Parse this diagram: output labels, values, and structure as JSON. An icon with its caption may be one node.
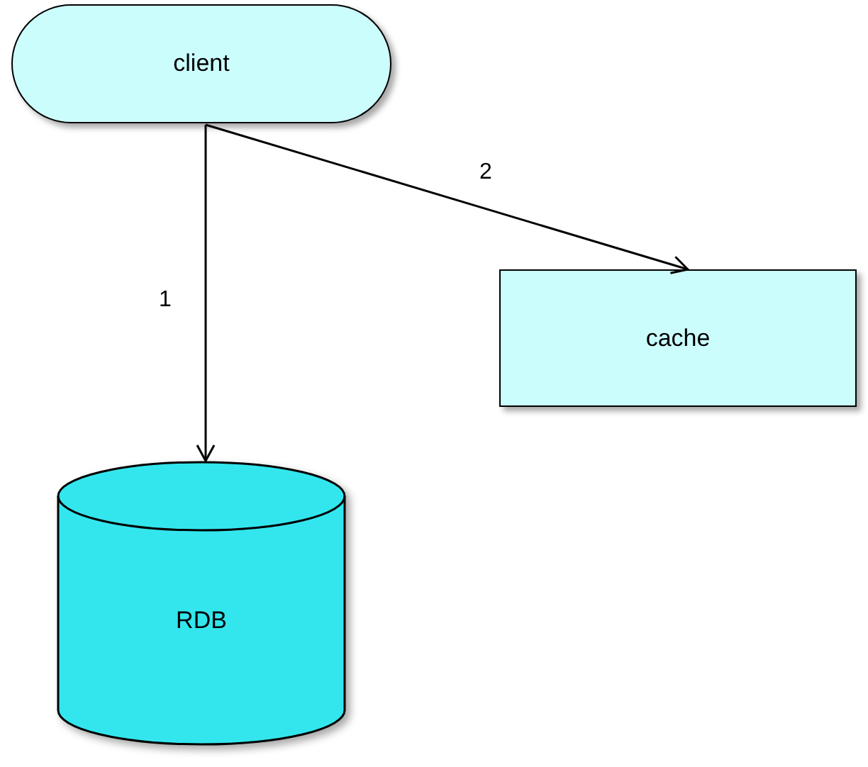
{
  "diagram": {
    "nodes": [
      {
        "text": [
          "client"
        ]
      },
      {
        "text": [
          "cache"
        ]
      },
      {
        "text": [
          "RDB"
        ]
      }
    ],
    "edges": [
      {
        "from": 0,
        "to": 2,
        "arrow": "to",
        "label": "1"
      },
      {
        "from": 0,
        "to": 1,
        "arrow": "to",
        "label": "2"
      }
    ]
  }
}
